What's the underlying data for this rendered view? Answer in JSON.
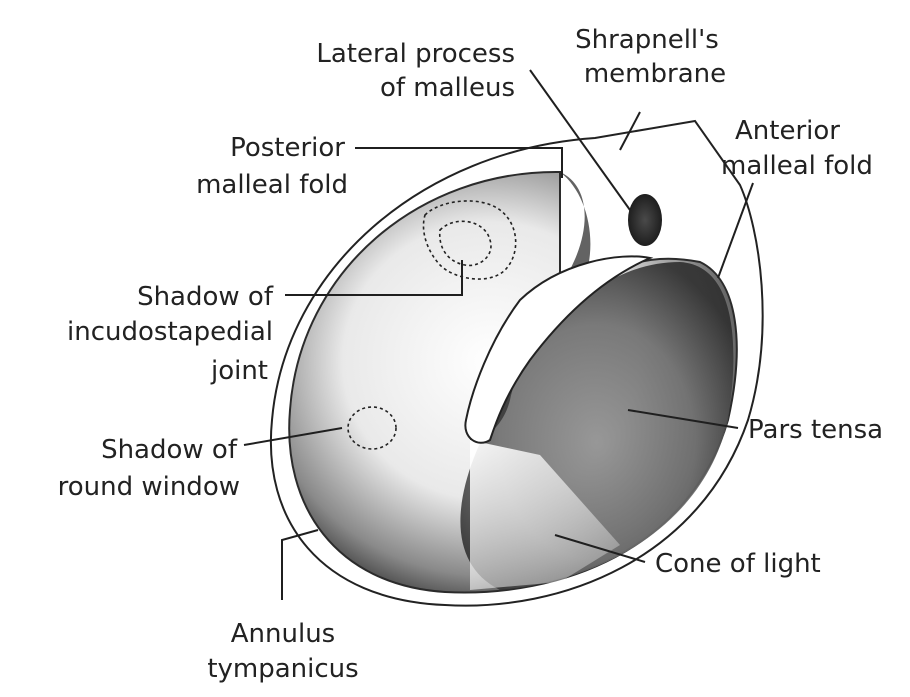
{
  "diagram": {
    "labels": {
      "lateral_process_1": "Lateral process",
      "lateral_process_2": "of malleus",
      "shrapnell_1": "Shrapnell's",
      "shrapnell_2": "membrane",
      "posterior_fold_1": "Posterior",
      "posterior_fold_2": "malleal fold",
      "anterior_fold_1": "Anterior",
      "anterior_fold_2": "malleal fold",
      "incudostapedial_1": "Shadow of",
      "incudostapedial_2": "incudostapedial",
      "incudostapedial_3": "joint",
      "round_window_1": "Shadow of",
      "round_window_2": "round window",
      "pars_tensa": "Pars tensa",
      "cone_of_light": "Cone of light",
      "annulus_1": "Annulus",
      "annulus_2": "tympanicus"
    },
    "colors": {
      "ink": "#222222",
      "shade_dark": "#3a3a3a",
      "background": "#ffffff"
    }
  }
}
